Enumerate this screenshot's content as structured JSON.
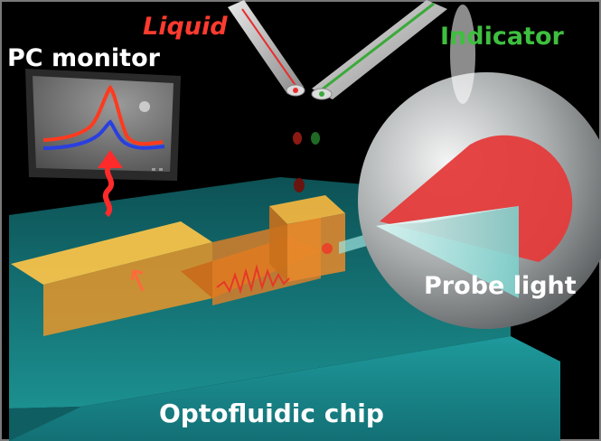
{
  "labels": {
    "liquid": "Liquid",
    "indicator": "Indicator",
    "pc_monitor": "PC monitor",
    "probe_light": "Probe light",
    "chip": "Optofluidic chip"
  },
  "colors": {
    "background": "#000000",
    "chip": "#1fa3a3",
    "channel": "#f0a030",
    "liquid": "#ff3b2f",
    "indicator": "#3fbf3f",
    "signal_red": "#ff3a1e",
    "signal_blue": "#2a3fe0",
    "lens": "#bfc3c4",
    "light_cone": "#e84a4a"
  },
  "icons": {
    "heat_arrow": "wavy-up-arrow-icon",
    "flow_arrow": "flow-arrow-icon"
  }
}
